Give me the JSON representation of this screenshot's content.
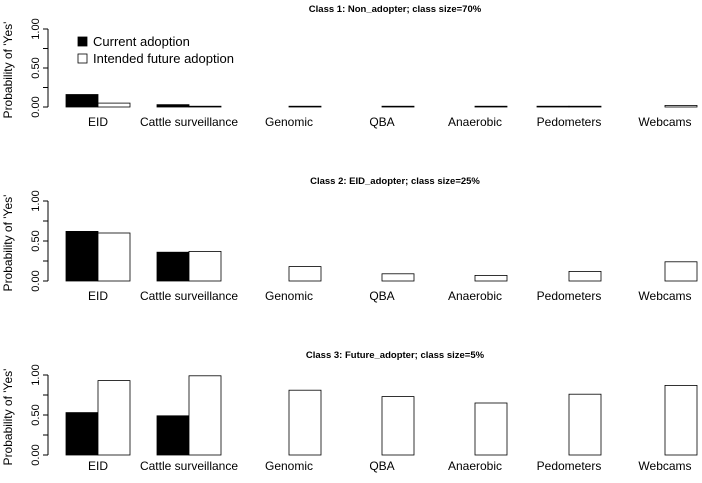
{
  "chart_data": [
    {
      "type": "bar",
      "title": "Class 1: Non_adopter; class size=70%",
      "ylabel": "Probability of 'Yes'",
      "ylim": [
        0,
        1
      ],
      "yticks": [
        "0.00",
        "0.50",
        "1.00"
      ],
      "categories": [
        "EID",
        "Cattle surveillance",
        "Genomic",
        "QBA",
        "Anaerobic",
        "Pedometers",
        "Webcams"
      ],
      "legend": {
        "placement": "top-left",
        "shown": true
      },
      "series": [
        {
          "name": "Current adoption",
          "color": "#000000",
          "values": [
            0.16,
            0.03,
            0.0,
            0.0,
            0.0,
            0.01,
            0.0
          ]
        },
        {
          "name": "Intended future adoption",
          "color": "#ffffff",
          "values": [
            0.05,
            0.01,
            0.01,
            0.01,
            0.01,
            0.01,
            0.02
          ]
        }
      ]
    },
    {
      "type": "bar",
      "title": "Class 2: EID_adopter; class size=25%",
      "ylabel": "Probability of 'Yes'",
      "ylim": [
        0,
        1
      ],
      "yticks": [
        "0.00",
        "0.50",
        "1.00"
      ],
      "categories": [
        "EID",
        "Cattle surveillance",
        "Genomic",
        "QBA",
        "Anaerobic",
        "Pedometers",
        "Webcams"
      ],
      "series": [
        {
          "name": "Current adoption",
          "color": "#000000",
          "values": [
            0.62,
            0.36,
            0.0,
            0.0,
            0.0,
            0.0,
            0.0
          ]
        },
        {
          "name": "Intended future adoption",
          "color": "#ffffff",
          "values": [
            0.6,
            0.37,
            0.18,
            0.09,
            0.07,
            0.12,
            0.24
          ]
        }
      ]
    },
    {
      "type": "bar",
      "title": "Class 3: Future_adopter; class size=5%",
      "ylabel": "Probability of 'Yes'",
      "ylim": [
        0,
        1
      ],
      "yticks": [
        "0.00",
        "0.50",
        "1.00"
      ],
      "categories": [
        "EID",
        "Cattle surveillance",
        "Genomic",
        "QBA",
        "Anaerobic",
        "Pedometers",
        "Webcams"
      ],
      "series": [
        {
          "name": "Current adoption",
          "color": "#000000",
          "values": [
            0.53,
            0.49,
            0.0,
            0.0,
            0.0,
            0.0,
            0.0
          ]
        },
        {
          "name": "Intended future adoption",
          "color": "#ffffff",
          "values": [
            0.93,
            0.99,
            0.81,
            0.73,
            0.65,
            0.76,
            0.87
          ]
        }
      ]
    }
  ]
}
